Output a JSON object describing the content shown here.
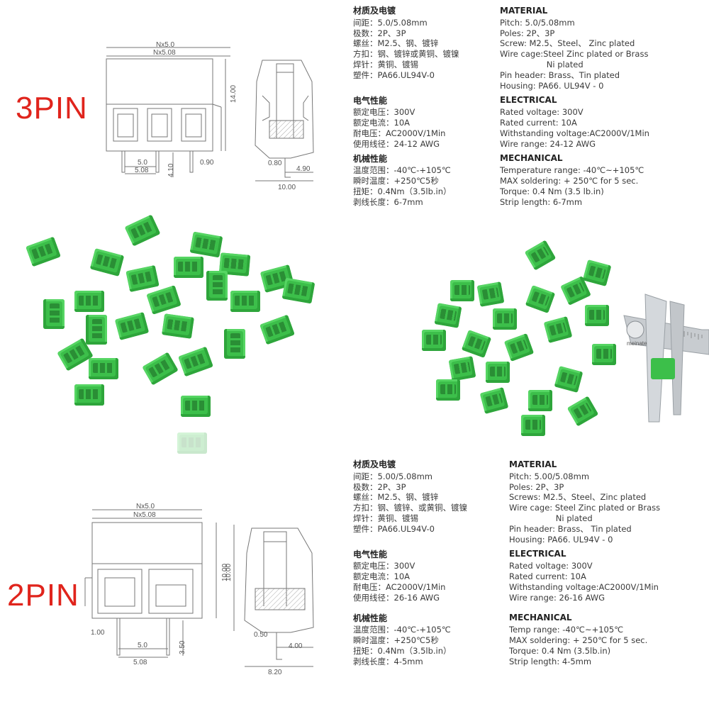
{
  "pin3": {
    "label": "3PIN",
    "dims": {
      "top1": "Nx5.0",
      "top2": "Nx5.08",
      "height": "14.00",
      "pitch1": "5.0",
      "pitch2": "5.08",
      "pin_len": "4.10",
      "offset": "0.90",
      "side_pin": "0.80",
      "side_w1": "4.90",
      "side_w2": "10.00"
    },
    "cn": {
      "material_heading": "材质及电镀",
      "material": [
        "间距：5.0/5.08mm",
        "极数：2P、3P",
        "螺丝：M2.5、钢、镀锌",
        "方扣：钢、镀锌或黄铜、镀镍",
        "焊针：黄铜、镀锡",
        "塑件：PA66.UL94V-0"
      ],
      "electrical_heading": "电气性能",
      "electrical": [
        "额定电压：300V",
        "额定电流：10A",
        "耐电压：AC2000V/1Min",
        "使用线径：24-12 AWG"
      ],
      "mechanical_heading": "机械性能",
      "mechanical": [
        "温度范围：-40℃-+105℃",
        "瞬时温度：+250℃5秒",
        "扭矩：0.4Nm（3.5lb.in）",
        "剥线长度：6-7mm"
      ]
    },
    "en": {
      "material_heading": "MATERIAL",
      "material": [
        "Pitch: 5.0/5.08mm",
        "Poles: 2P、3P",
        "Screw: M2.5、Steel、 Zinc plated",
        "Wire cage:Steel Zinc plated or Brass",
        "                  Ni plated",
        "Pin header: Brass、Tin plated",
        "Housing: PA66. UL94V - 0"
      ],
      "electrical_heading": "ELECTRICAL",
      "electrical": [
        "Rated voltage: 300V",
        "Rated current: 10A",
        "Withstanding voltage:AC2000V/1Min",
        "Wire range: 24-12 AWG"
      ],
      "mechanical_heading": "MECHANICAL",
      "mechanical": [
        "Temperature range: -40℃~+105℃",
        "MAX soldering: + 250℃ for 5 sec.",
        "Torque: 0.4 Nm (3.5 lb.in)",
        "Strip length: 6-7mm"
      ]
    }
  },
  "pin2": {
    "label": "2PIN",
    "dims": {
      "top1": "Nx5.0",
      "top2": "Nx5.08",
      "height": "10.00",
      "offset": "1.00",
      "pitch1": "5.0",
      "pitch2": "5.08",
      "pin_len": "3.50",
      "side_pin": "0.50",
      "side_w1": "4.00",
      "side_w2": "8.20"
    },
    "cn": {
      "material_heading": "材质及电镀",
      "material": [
        "间距：5.00/5.08mm",
        "极数：2P、3P",
        "螺丝：M2.5、钢、镀锌",
        "方扣：钢、镀锌、或黄铜、镀镍",
        "焊针：黄铜、镀锡",
        "塑件：PA66.UL94V-0"
      ],
      "electrical_heading": "电气性能",
      "electrical": [
        "额定电压：300V",
        "额定电流：10A",
        "耐电压：AC2000V/1Min",
        "使用线径：26-16 AWG"
      ],
      "mechanical_heading": "机械性能",
      "mechanical": [
        "温度范围：-40℃-+105℃",
        "瞬时温度：+250℃5秒",
        "扭矩：0.4Nm（3.5lb.in）",
        "剥线长度：4-5mm"
      ]
    },
    "en": {
      "material_heading": "MATERIAL",
      "material": [
        "Pitch: 5.00/5.08mm",
        "Poles: 2P、3P",
        "Screws: M2.5、Steel、Zinc plated",
        "Wire cage: Steel Zinc plated or Brass",
        "                  Ni plated",
        "Pin header: Brass、 Tin plated",
        "Housing: PA66. UL94V - 0"
      ],
      "electrical_heading": "ELECTRICAL",
      "electrical": [
        "Rated voltage: 300V",
        "Rated current: 10A",
        "Withstanding voltage:AC2000V/1Min",
        "Wire range: 26-16 AWG"
      ],
      "mechanical_heading": "MECHANICAL",
      "mechanical": [
        "Temp range: -40℃~+105℃",
        "MAX soldering: + 250℃ for 5 sec.",
        "Torque: 0.4 Nm (3.5lb.in)",
        "Strip length: 4-5mm"
      ]
    }
  },
  "caliper_brand": "meinate",
  "colors": {
    "accent_red": "#e0241c",
    "terminal_green": "#3cbf4a"
  }
}
